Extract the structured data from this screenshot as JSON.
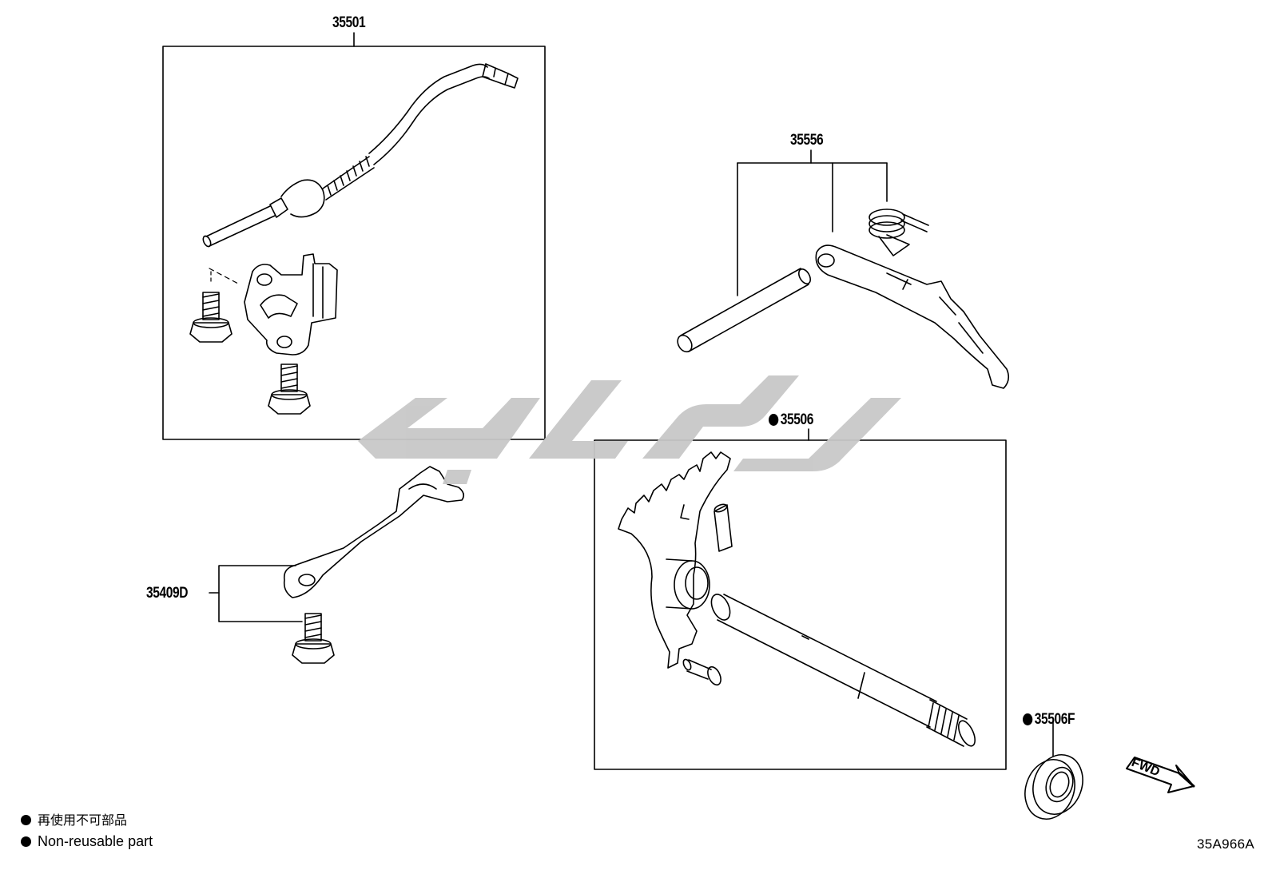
{
  "parts": {
    "p35501": "35501",
    "p35556": "35556",
    "p35506": "35506",
    "p35409D": "35409D",
    "p35506F": "35506F"
  },
  "legend": {
    "line1": "再使用不可部品",
    "line2": "Non-reusable part"
  },
  "fwd_label": "FWD",
  "diagram_code": "35A966A",
  "colors": {
    "line": "#000000",
    "watermark": "#c8c8c8",
    "background": "#ffffff"
  }
}
